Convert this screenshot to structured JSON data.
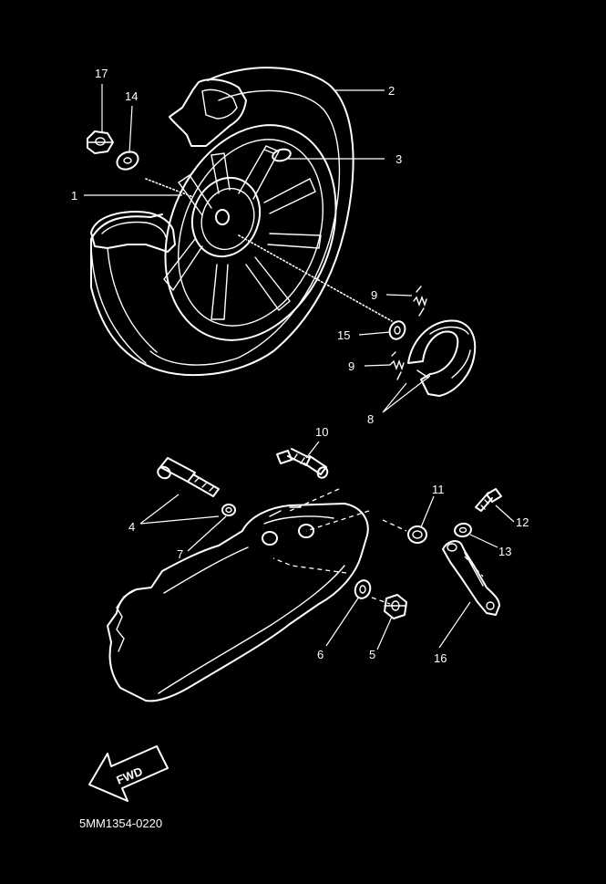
{
  "diagram": {
    "callouts": [
      {
        "id": "c1",
        "text": "1"
      },
      {
        "id": "c2",
        "text": "2"
      },
      {
        "id": "c3",
        "text": "3"
      },
      {
        "id": "c4",
        "text": "4"
      },
      {
        "id": "c5",
        "text": "5"
      },
      {
        "id": "c6",
        "text": "6"
      },
      {
        "id": "c7",
        "text": "7"
      },
      {
        "id": "c8",
        "text": "8"
      },
      {
        "id": "c9a",
        "text": "9"
      },
      {
        "id": "c9b",
        "text": "9"
      },
      {
        "id": "c10",
        "text": "10"
      },
      {
        "id": "c11",
        "text": "11"
      },
      {
        "id": "c12",
        "text": "12"
      },
      {
        "id": "c13",
        "text": "13"
      },
      {
        "id": "c14",
        "text": "14"
      },
      {
        "id": "c15",
        "text": "15"
      },
      {
        "id": "c16",
        "text": "16"
      },
      {
        "id": "c17",
        "text": "17"
      }
    ],
    "fwd_label": "FWD",
    "diagram_code": "5MM1354-0220",
    "colors": {
      "background": "#000000",
      "line": "#ffffff"
    }
  }
}
